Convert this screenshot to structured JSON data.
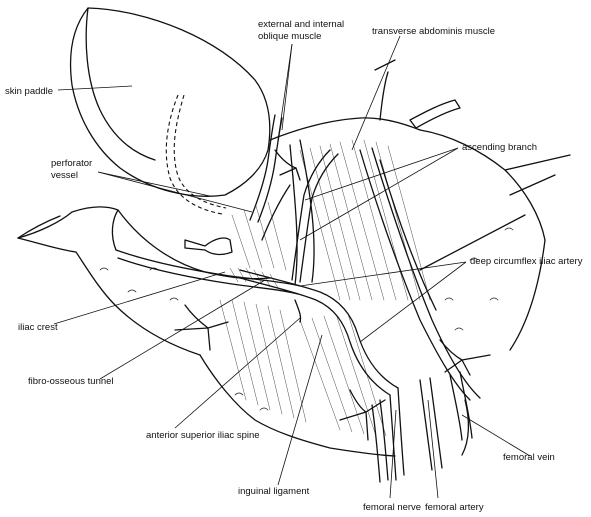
{
  "labels": {
    "external_internal_oblique": [
      "external and internal",
      "oblique muscle"
    ],
    "transverse_abdominis": "transverse abdominis muscle",
    "skin_paddle": "skin paddle",
    "perforator_vessel": [
      "perforator",
      "vessel"
    ],
    "ascending_branch": "ascending branch",
    "deep_circumflex_iliac_artery": "deep circumflex iliac artery",
    "iliac_crest": "iliac crest",
    "fibro_osseous_tunnel": "fibro-osseous tunnel",
    "anterior_superior_iliac_spine": "anterior superior iliac spine",
    "inguinal_ligament": "inguinal ligament",
    "femoral_vein": "femoral vein",
    "femoral_nerve": "femoral nerve",
    "femoral_artery": "femoral artery"
  }
}
